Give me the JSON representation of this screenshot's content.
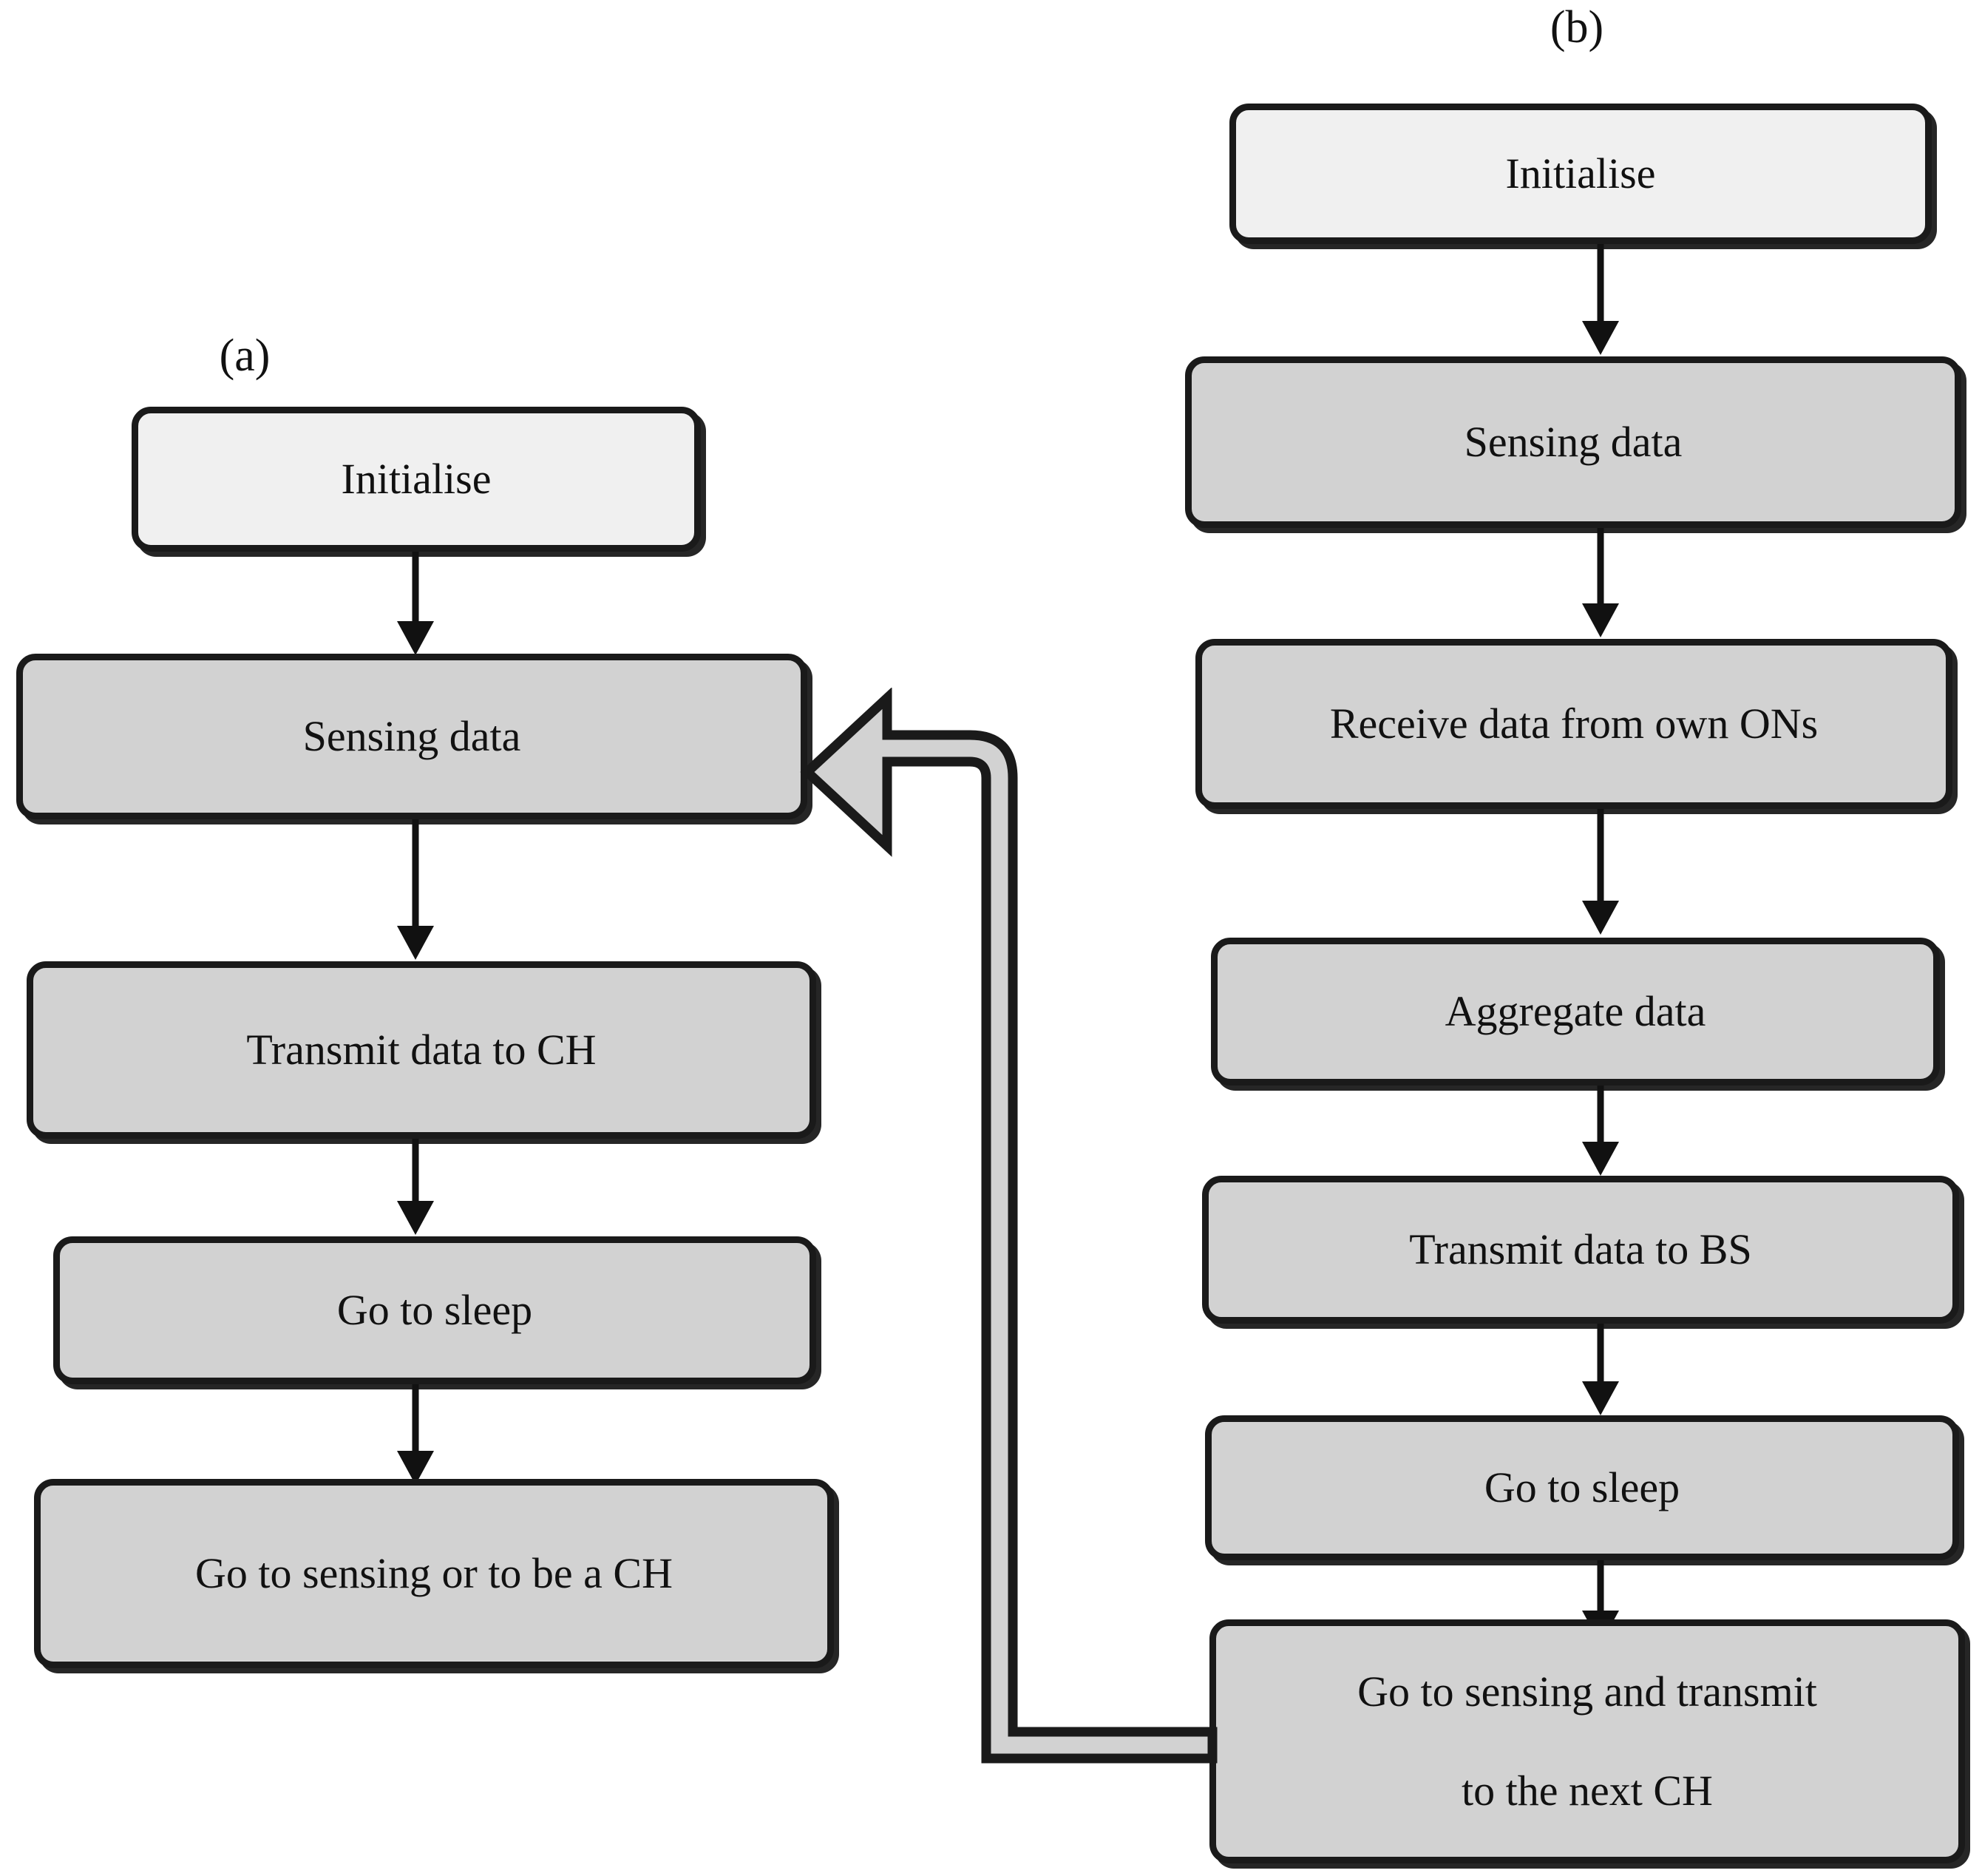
{
  "figure": {
    "type": "flowchart",
    "background_color": "#ffffff",
    "node_fill_gray": "#d2d2d2",
    "node_fill_light": "#f0f0f0",
    "node_border_color": "#1a1a1a",
    "arrow_color": "#111111"
  },
  "panels": [
    {
      "id": "a",
      "label": "(a)",
      "nodes": [
        {
          "id": "a1",
          "label": "Initialise",
          "style": "light"
        },
        {
          "id": "a2",
          "label": "Sensing data",
          "style": "gray"
        },
        {
          "id": "a3",
          "label": "Transmit data to CH",
          "style": "gray"
        },
        {
          "id": "a4",
          "label": "Go to sleep",
          "style": "gray"
        },
        {
          "id": "a5",
          "label": "Go to sensing or to be a CH",
          "style": "gray"
        }
      ],
      "edges": [
        {
          "from": "a1",
          "to": "a2",
          "kind": "thin-arrow"
        },
        {
          "from": "a2",
          "to": "a3",
          "kind": "thin-arrow"
        },
        {
          "from": "a3",
          "to": "a4",
          "kind": "thin-arrow"
        },
        {
          "from": "a4",
          "to": "a5",
          "kind": "thin-arrow"
        }
      ]
    },
    {
      "id": "b",
      "label": "(b)",
      "nodes": [
        {
          "id": "b1",
          "label": "Initialise",
          "style": "light"
        },
        {
          "id": "b2",
          "label": "Sensing data",
          "style": "gray"
        },
        {
          "id": "b3",
          "label": "Receive data from own ONs",
          "style": "gray"
        },
        {
          "id": "b4",
          "label": "Aggregate data",
          "style": "gray"
        },
        {
          "id": "b5",
          "label": "Transmit data to BS",
          "style": "gray"
        },
        {
          "id": "b6",
          "label": "Go to sleep",
          "style": "gray"
        },
        {
          "id": "b7",
          "label_line1": "Go to sensing and transmit",
          "label_line2": "to the next CH",
          "style": "gray"
        }
      ],
      "edges": [
        {
          "from": "b1",
          "to": "b2",
          "kind": "thin-arrow"
        },
        {
          "from": "b2",
          "to": "b3",
          "kind": "thin-arrow"
        },
        {
          "from": "b3",
          "to": "b4",
          "kind": "thin-arrow"
        },
        {
          "from": "b4",
          "to": "b5",
          "kind": "thin-arrow"
        },
        {
          "from": "b5",
          "to": "b6",
          "kind": "thin-arrow"
        },
        {
          "from": "b6",
          "to": "b7",
          "kind": "thin-arrow"
        }
      ]
    }
  ],
  "cross_panel_edge": {
    "id": "feedback-loop",
    "kind": "thick-block-arrow",
    "from": "b7",
    "to": "a2",
    "description": "Go to sensing and transmit to the next CH feeds back into Sensing data"
  }
}
